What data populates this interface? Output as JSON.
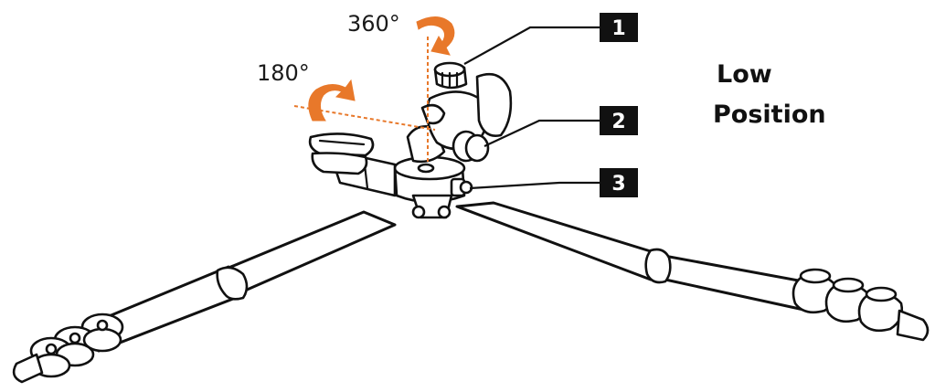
{
  "title": {
    "line1": "Low",
    "line2": "Position"
  },
  "rotations": [
    {
      "label": "360°",
      "axis": "vertical-pan"
    },
    {
      "label": "180°",
      "axis": "horizontal-tilt"
    }
  ],
  "callouts": [
    {
      "number": "1"
    },
    {
      "number": "2"
    },
    {
      "number": "3"
    }
  ],
  "colors": {
    "accent": "#e8782a",
    "line": "#111111",
    "callout_bg": "#111111",
    "background": "#ffffff"
  },
  "icons": {
    "rotation_arrow": "curved-arrow-icon"
  }
}
